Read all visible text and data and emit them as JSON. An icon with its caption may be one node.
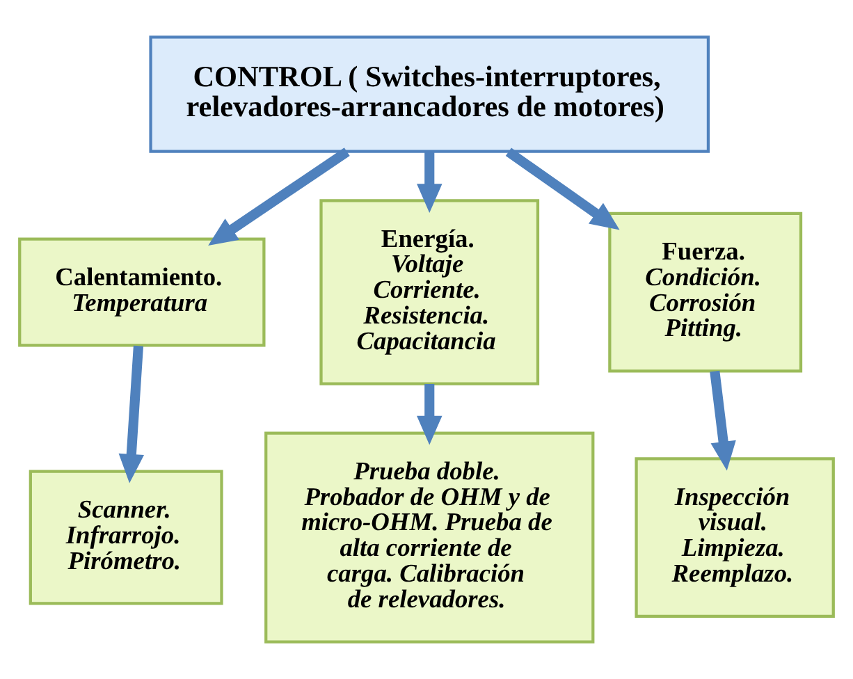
{
  "diagram": {
    "nodes": [
      {
        "text": [
          "CONTROL ( Switches-interruptores, relevadores-arrancadores de motores)"
        ]
      },
      {
        "text": [
          "Calentamiento.",
          "Temperatura"
        ]
      },
      {
        "text": [
          "Energía.",
          "Voltaje Corriente. Resistencia. Capacitancia"
        ]
      },
      {
        "text": [
          "Fuerza.",
          "Condición. Corrosión Pitting."
        ]
      },
      {
        "text": [
          "Scanner. Infrarrojo. Pirómetro."
        ]
      },
      {
        "text": [
          "Prueba doble. Probador de OHM y de micro-OHM. Prueba de alta corriente de carga. Calibración de relevadores."
        ]
      },
      {
        "text": [
          "Inspección visual. Limpieza. Reemplazo."
        ]
      }
    ],
    "edges": [
      {
        "from": 0,
        "to": 1,
        "arrow": "to"
      },
      {
        "from": 0,
        "to": 2,
        "arrow": "to"
      },
      {
        "from": 0,
        "to": 3,
        "arrow": "to"
      },
      {
        "from": 1,
        "to": 4,
        "arrow": "to"
      },
      {
        "from": 2,
        "to": 5,
        "arrow": "to"
      },
      {
        "from": 3,
        "to": 6,
        "arrow": "to"
      }
    ]
  }
}
